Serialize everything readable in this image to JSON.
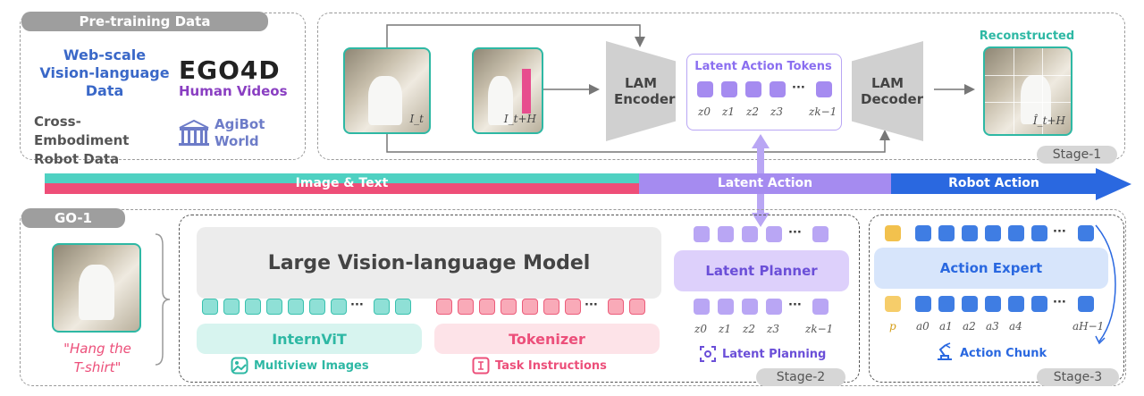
{
  "pretraining": {
    "tag": "Pre-training Data",
    "web_scale": "Web-scale Vision-language Data",
    "ego4d_logo": "EGO4D",
    "human_videos": "Human Videos",
    "cross_embodiment": "Cross-Embodiment Robot Data",
    "agibot": "AgiBot World"
  },
  "stage1": {
    "frame_t": "I_t",
    "frame_th": "I_t+H",
    "encoder": "LAM Encoder",
    "decoder": "LAM Decoder",
    "tokens_title": "Latent Action Tokens",
    "token_labels": [
      "z0",
      "z1",
      "z2",
      "z3",
      "zk−1"
    ],
    "reconstructed": "Reconstructed",
    "recon_frame": "Î_t+H",
    "stage_tag": "Stage-1"
  },
  "timeline": {
    "image_text": "Image & Text",
    "latent_action": "Latent Action",
    "robot_action": "Robot Action"
  },
  "go1": {
    "tag": "GO-1",
    "instruction": "\"Hang the T-shirt\"",
    "vlm": "Large Vision-language Model",
    "internvit": "InternViT",
    "tokenizer": "Tokenizer",
    "multiview": "Multiview Images",
    "task_instructions": "Task Instructions",
    "latent_planner": "Latent Planner",
    "latent_planning": "Latent Planning",
    "planner_labels": [
      "z0",
      "z1",
      "z2",
      "z3",
      "zk−1"
    ],
    "stage2_tag": "Stage-2",
    "action_expert": "Action Expert",
    "action_chunk": "Action Chunk",
    "action_labels": [
      "p",
      "a0",
      "a1",
      "a2",
      "a3",
      "a4",
      "aH−1"
    ],
    "stage3_tag": "Stage-3",
    "dots": "···"
  },
  "colors": {
    "teal": "#2eb8a4",
    "pink": "#ec4f7a",
    "purple": "#a58bf0",
    "blue": "#2a68e0"
  }
}
